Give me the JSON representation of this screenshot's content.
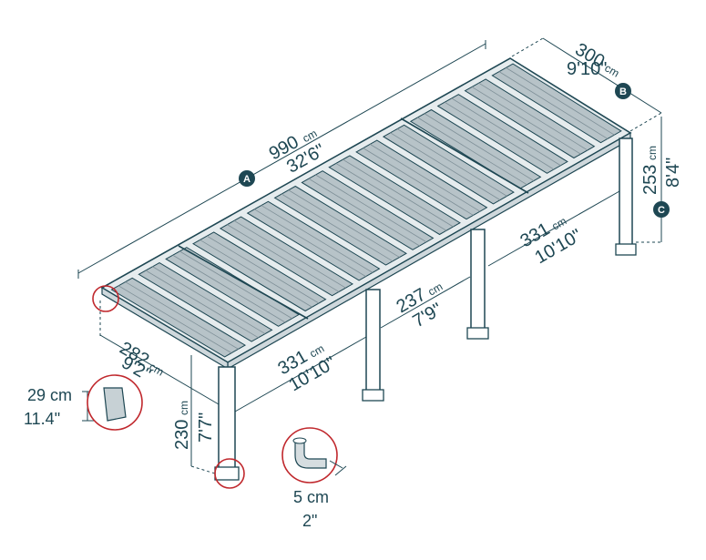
{
  "dimensions": {
    "length": {
      "metric": "990",
      "metric_unit": "cm",
      "imperial": "32'6\"",
      "marker": "A"
    },
    "width": {
      "metric": "300",
      "metric_unit": "cm",
      "imperial": "9'10\"",
      "marker": "B"
    },
    "height_back": {
      "metric": "253",
      "metric_unit": "cm",
      "imperial": "8'4\"",
      "marker": "C"
    },
    "span_back": {
      "metric": "331",
      "metric_unit": "cm",
      "imperial": "10'10\""
    },
    "span_mid": {
      "metric": "237",
      "metric_unit": "cm",
      "imperial": "7'9\""
    },
    "span_front": {
      "metric": "331",
      "metric_unit": "cm",
      "imperial": "10'10\""
    },
    "depth_front": {
      "metric": "282",
      "metric_unit": "cm",
      "imperial": "9'2\""
    },
    "height_front": {
      "metric": "230",
      "metric_unit": "cm",
      "imperial": "7'7\""
    },
    "gutter_detail": {
      "metric": "29 cm",
      "imperial": "11.4\""
    },
    "downspout_detail": {
      "metric": "5 cm",
      "imperial": "2\""
    }
  },
  "colors": {
    "line": "#1e4753",
    "panel": "#b7c3c8",
    "panel_light": "#dde4e7",
    "highlight": "#c0282d"
  }
}
